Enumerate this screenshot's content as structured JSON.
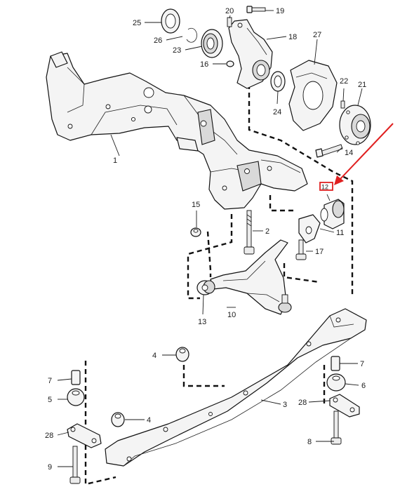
{
  "callouts": [
    "1",
    "2",
    "3",
    "4",
    "4",
    "5",
    "6",
    "7",
    "7",
    "8",
    "9",
    "10",
    "11",
    "12",
    "13",
    "14",
    "15",
    "16",
    "17",
    "18",
    "19",
    "20",
    "21",
    "22",
    "23",
    "24",
    "25",
    "26",
    "27",
    "28",
    "28"
  ],
  "colors": {
    "line": "#111111",
    "part_fill": "#f4f4f4",
    "highlight": "#e02020"
  },
  "highlight": {
    "callout_index": 13
  }
}
